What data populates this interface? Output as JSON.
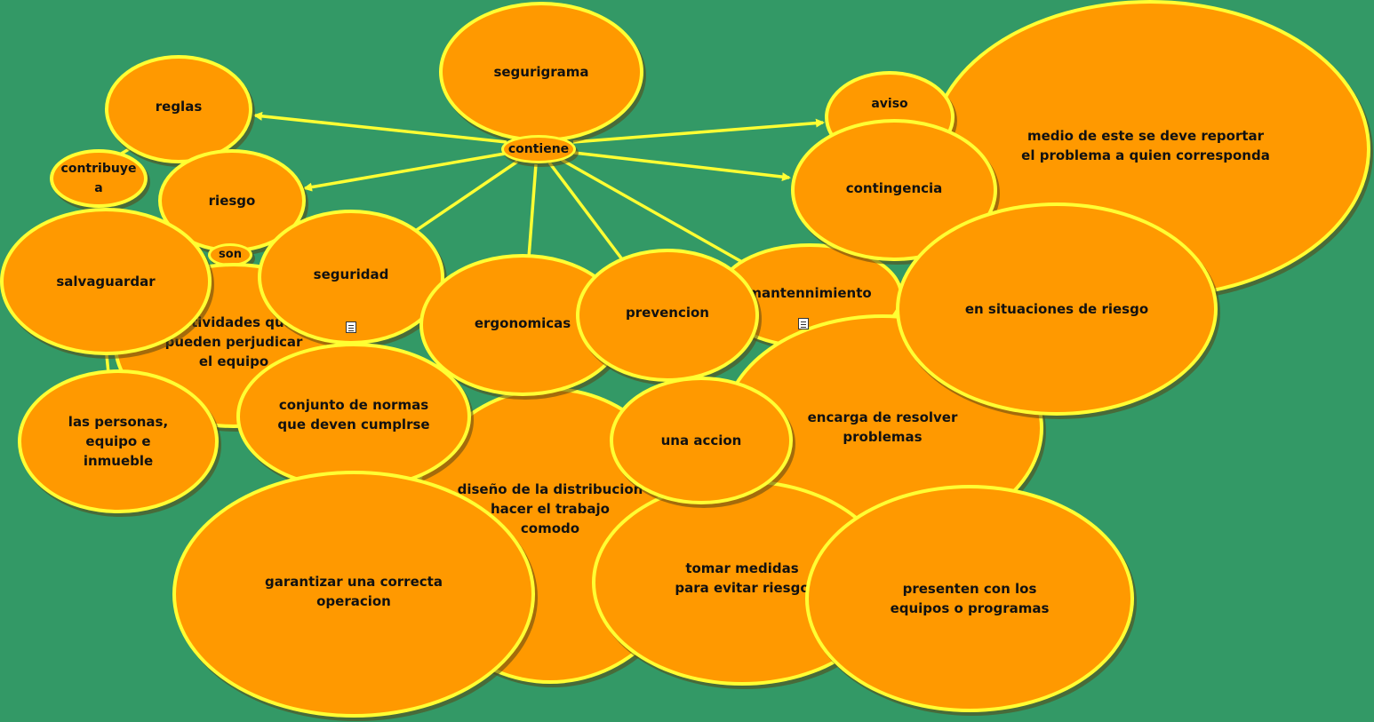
{
  "colors": {
    "background": "#339966",
    "node_fill": "#ff9900",
    "node_border": "#ffff33",
    "connector": "#ffff33"
  },
  "nodes": {
    "medio_reportar": "medio de este se deve reportar\nel problema a quien corresponda",
    "segurigrama": "segurigrama",
    "aviso": "aviso",
    "reglas": "reglas",
    "contribuye": "contribuye\na",
    "riesgo": "riesgo",
    "son": "son",
    "actividades": "actividades que\npueden perjudicar\nel equipo",
    "distribucion": "diseño de la distribucion\nhacer el trabajo\ncomodo",
    "salvaguardar": "salvaguardar",
    "seguridad": "seguridad",
    "mantenimiento": "mantennimiento",
    "contingencia": "contingencia",
    "encarga": "encarga de resolver\nproblemas",
    "situaciones": "en situaciones de riesgo",
    "ergonomicas": "ergonomicas",
    "prevencion": "prevencion",
    "personas": "las personas,\nequipo e\ninmueble",
    "normas": "conjunto de normas\nque deven cumplrse",
    "garantizar": "garantizar una correcta\noperacion",
    "tomar": "tomar medidas\npara evitar riesgo",
    "accion": "una accion",
    "presenten": "presenten con los\nequipos o programas",
    "contiene": "contiene"
  },
  "note_icons": [
    "note-icon",
    "note-icon"
  ]
}
